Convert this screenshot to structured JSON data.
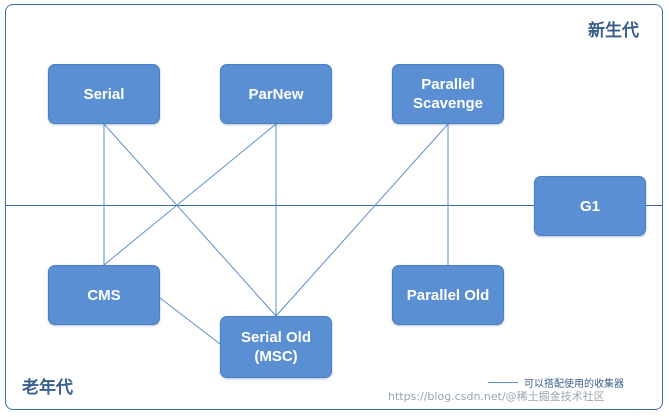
{
  "regions": {
    "young_generation": "新生代",
    "old_generation": "老年代"
  },
  "collectors": {
    "serial": "Serial",
    "parnew": "ParNew",
    "parallel_scavenge": "Parallel\nScavenge",
    "g1": "G1",
    "cms": "CMS",
    "serial_old": "Serial Old\n(MSC)",
    "parallel_old": "Parallel Old"
  },
  "legend": {
    "label": "可以搭配使用的收集器"
  },
  "watermark": "https://blog.csdn.net/@稀土掘金技术社区",
  "connections": [
    [
      "serial",
      "cms"
    ],
    [
      "serial",
      "serial_old"
    ],
    [
      "parnew",
      "cms"
    ],
    [
      "parnew",
      "serial_old"
    ],
    [
      "parallel_scavenge",
      "serial_old"
    ],
    [
      "parallel_scavenge",
      "parallel_old"
    ],
    [
      "cms",
      "serial_old"
    ]
  ],
  "colors": {
    "node_fill": "#5b8fd3",
    "frame_border": "#3b6ea8",
    "region_label": "#3a5f8f",
    "connector": "#5b8fd3"
  }
}
